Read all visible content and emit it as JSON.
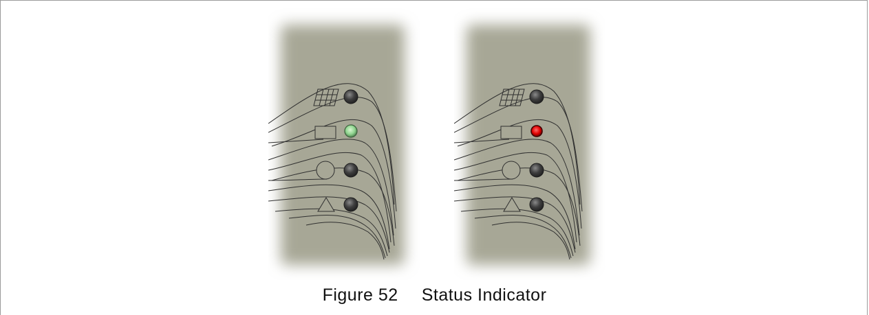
{
  "figure": {
    "label": "Figure 52",
    "title": "Status Indicator"
  },
  "panels": [
    {
      "leds": [
        {
          "icon": "grid-icon",
          "led": "off"
        },
        {
          "icon": "rectangle-icon",
          "led": "green"
        },
        {
          "icon": "circle-icon",
          "led": "off"
        },
        {
          "icon": "triangle-icon",
          "led": "off"
        }
      ]
    },
    {
      "leds": [
        {
          "icon": "grid-icon",
          "led": "off"
        },
        {
          "icon": "rectangle-icon",
          "led": "red"
        },
        {
          "icon": "circle-icon",
          "led": "off"
        },
        {
          "icon": "triangle-icon",
          "led": "off"
        }
      ]
    }
  ],
  "colors": {
    "panel": "#a7a796",
    "led_off": "#3c3c3c",
    "led_green": "#8fd48f",
    "led_red": "#e00000",
    "line": "#2f2f2f"
  }
}
